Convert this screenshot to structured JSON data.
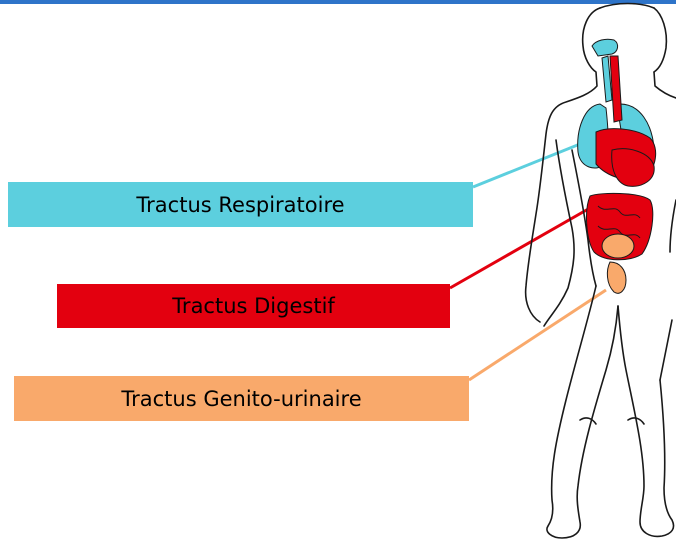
{
  "labels": {
    "respiratory": "Tractus Respiratoire",
    "digestive": "Tractus Digestif",
    "genitourinary": "Tractus Genito-urinaire"
  },
  "colors": {
    "respiratory": "#5ccfde",
    "digestive": "#e3000f",
    "genitourinary": "#f9a96b",
    "top_rule": "#2e74c9",
    "outline": "#1a1a1a"
  }
}
